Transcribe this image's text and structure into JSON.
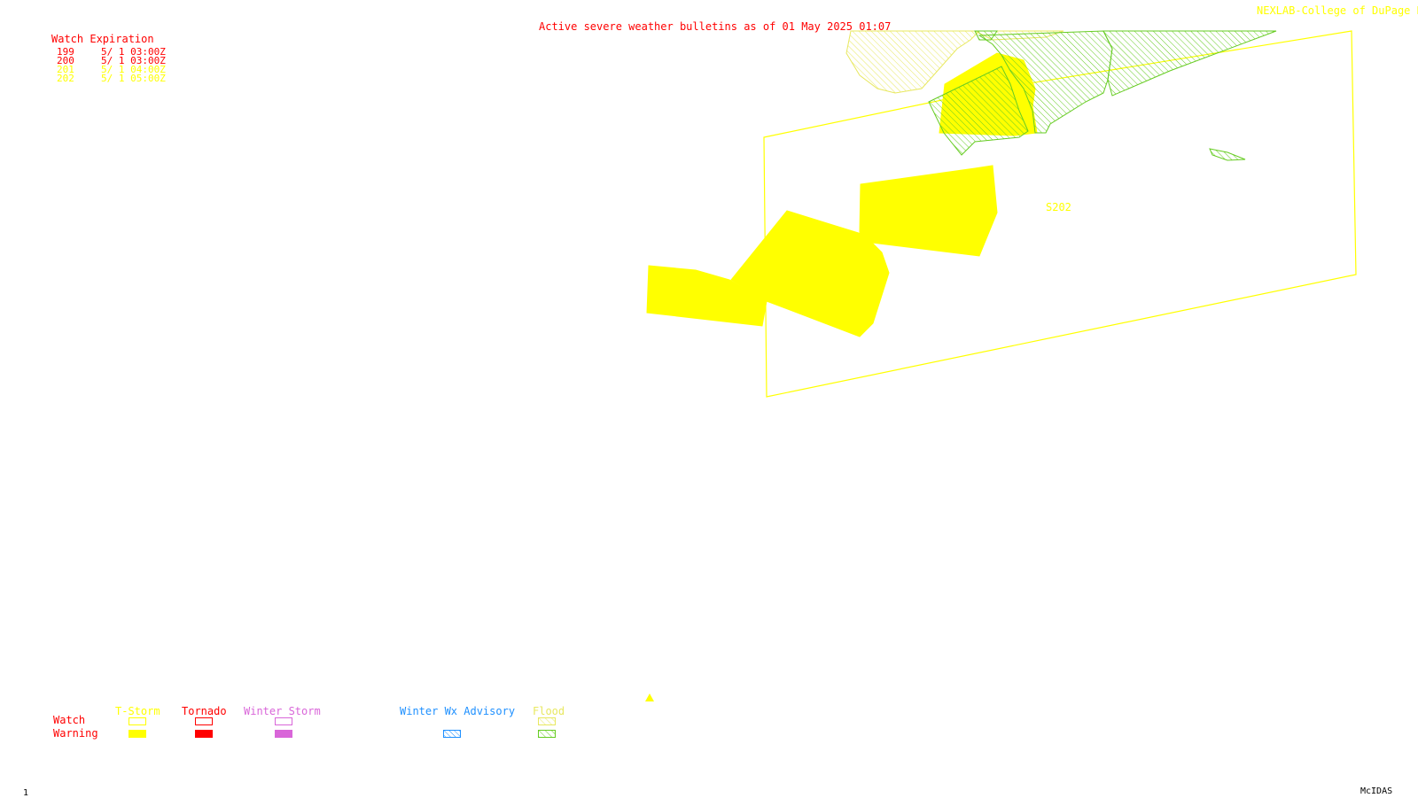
{
  "title": "Active severe weather bulletins as of 01 May 2025 01:07",
  "credit": "NEXLAB-College of DuPage R",
  "watch_expiration": {
    "header": "Watch Expiration",
    "rows": [
      {
        "id": "199",
        "expires": "5/ 1 03:00Z",
        "color": "#ff0000"
      },
      {
        "id": "200",
        "expires": "5/ 1 03:00Z",
        "color": "#ff0000"
      },
      {
        "id": "201",
        "expires": "5/ 1 04:00Z",
        "color": "#ffff00"
      },
      {
        "id": "202",
        "expires": "5/ 1 05:00Z",
        "color": "#ffff00"
      }
    ]
  },
  "map_label": "S202",
  "legend": {
    "row_watch": "Watch",
    "row_warning": "Warning",
    "categories": {
      "tstorm": "T-Storm",
      "tornado": "Tornado",
      "winter_storm": "Winter Storm",
      "winter_wx_advisory": "Winter Wx Advisory",
      "flood": "Flood"
    },
    "colors": {
      "tstorm": "#ffff00",
      "tornado": "#ff0000",
      "winter_storm": "#d966d9",
      "winter_wx_advisory": "#1e90ff",
      "flood_watch": "#e8e860",
      "flood_warning": "#66cc22"
    }
  },
  "footer_left": "1",
  "footer_right": "McIDAS"
}
